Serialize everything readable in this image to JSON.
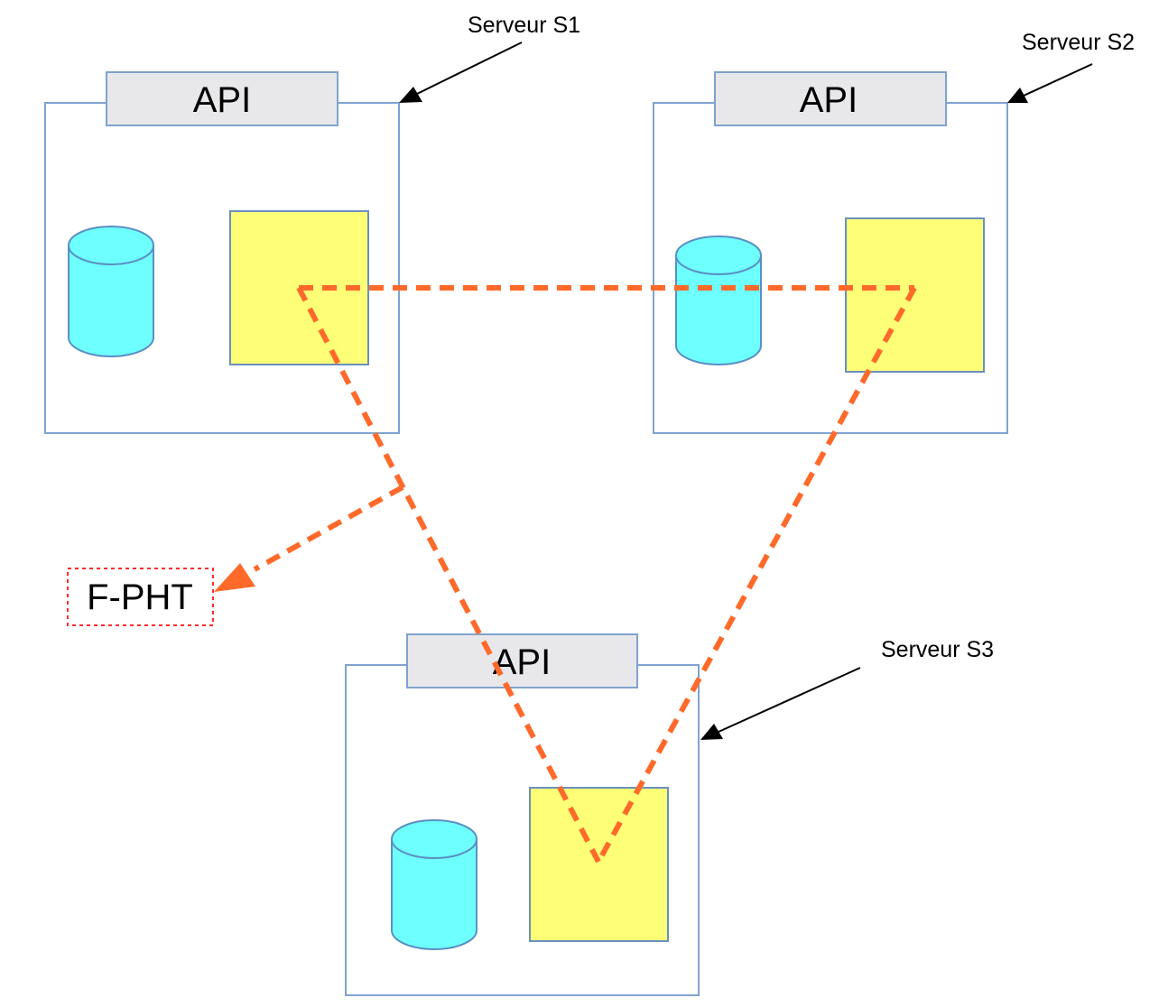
{
  "servers": [
    {
      "id": "s1",
      "label": "Serveur S1",
      "api_label": "API"
    },
    {
      "id": "s2",
      "label": "Serveur S2",
      "api_label": "API"
    },
    {
      "id": "s3",
      "label": "Serveur S3",
      "api_label": "API"
    }
  ],
  "output": {
    "label": "F-PHT"
  },
  "colors": {
    "server_border": "#7fa3cf",
    "api_fill": "#e8e8ea",
    "database_fill": "#6effff",
    "process_fill": "#ffff77",
    "link_line": "#ff6a2a",
    "output_border": "#ff2a2a"
  }
}
